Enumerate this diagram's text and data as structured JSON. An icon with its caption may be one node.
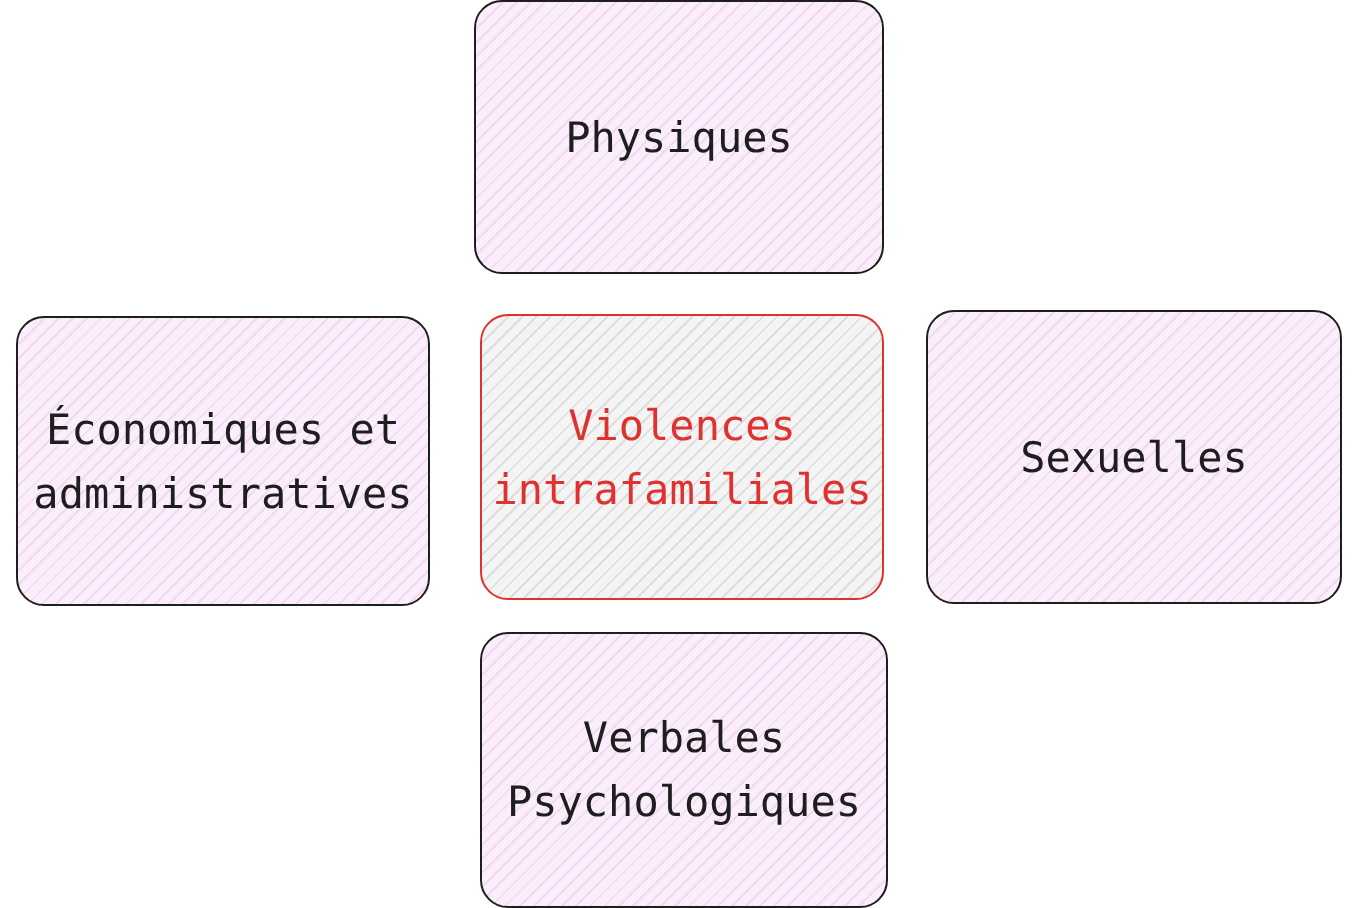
{
  "diagram": {
    "nodes": [
      {
        "text": [
          "Physiques"
        ]
      },
      {
        "text": [
          "Économiques et administratives"
        ]
      },
      {
        "text": [
          "Violences intrafamiliales"
        ]
      },
      {
        "text": [
          "Sexuelles"
        ]
      },
      {
        "text": [
          "Verbales Psychologiques"
        ]
      }
    ]
  }
}
